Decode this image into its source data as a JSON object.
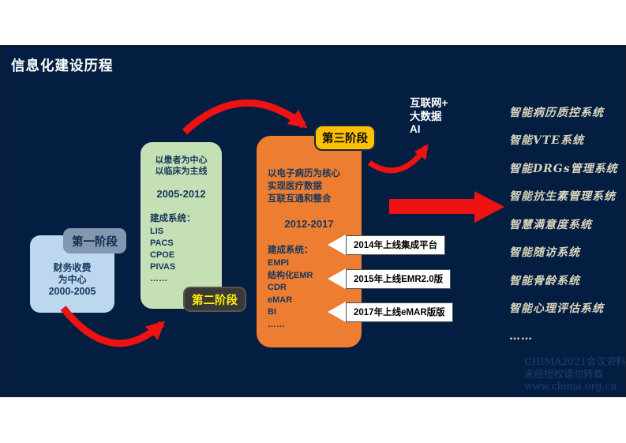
{
  "title": "信息化建设历程",
  "phases": {
    "phase1": {
      "label": "第一阶段",
      "lines": [
        "财务收费",
        "为中心",
        "2000-2005"
      ]
    },
    "phase2": {
      "label": "第二阶段",
      "focus": [
        "以患者为中心",
        "以临床为主线"
      ],
      "period": "2005-2012",
      "systems_heading": "建成系统：",
      "systems": [
        "LIS",
        "PACS",
        "CPOE",
        "PIVAS",
        "……"
      ]
    },
    "phase3": {
      "label": "第三阶段",
      "focus": [
        "以电子病历为核心",
        "实现医疗数据",
        "互联互通和整合"
      ],
      "period": "2012-2017",
      "systems_heading": "建成系统：",
      "systems": [
        "EMPI",
        "结构化EMR",
        "CDR",
        "eMAR",
        "BI",
        "……"
      ]
    }
  },
  "future": {
    "lines": [
      "互联网+",
      "大数据",
      "AI"
    ]
  },
  "milestones": [
    "2014年上线集成平台",
    "2015年上线EMR2.0版",
    "2017年上线eMAR版版"
  ],
  "smart_systems": [
    "智能病历质控系统",
    "智能VTE系统",
    "智能DRGs管理系统",
    "智能抗生素管理系统",
    "智慧满意度系统",
    "智能随访系统",
    "智能骨龄系统",
    "智能心理评估系统",
    "……"
  ],
  "watermark": {
    "lines": [
      "CHIMA2021会议资料",
      "未经授权请勿转载",
      "www.chima.org.cn"
    ]
  },
  "colors": {
    "slide_bg": "#041e42",
    "phase1_box": "#bdd7ee",
    "phase1_label_bg": "#8497b0",
    "phase2_box": "#c5e0b4",
    "phase2_label_bg": "#3b3838",
    "phase2_label_text": "#fdf000",
    "phase3_box": "#ed7d31",
    "phase3_label_bg": "#ffc000",
    "arrow_red": "#ee1212",
    "box_text": "#17375e",
    "smart_list_text": "#d9d4bb"
  }
}
